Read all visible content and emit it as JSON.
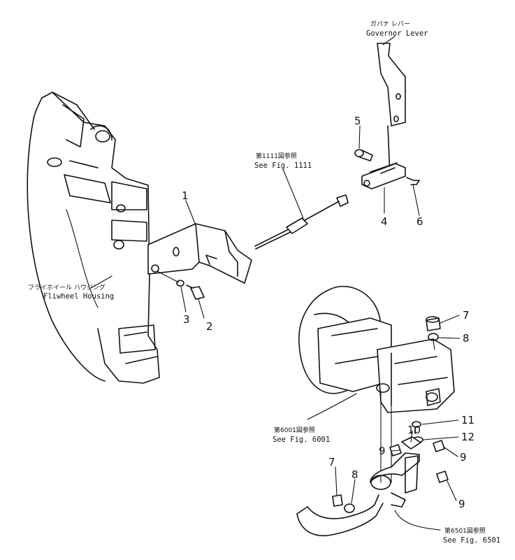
{
  "labels": {
    "governor_jp": "ガバナ レバー",
    "governor_en": "Governor Lever",
    "fig1111_jp": "第1111図参照",
    "fig1111_en": "See Fig. 1111",
    "flywheel_jp": "フライホイール ハウジング",
    "flywheel_en": "Fliwheel Housing",
    "fig6001_jp": "第6001図参照",
    "fig6001_en": "See Fig. 6001",
    "fig6501_jp": "第6501図参照",
    "fig6501_en": "See Fig. 6501"
  },
  "callouts": [
    "1",
    "2",
    "3",
    "4",
    "5",
    "6",
    "7",
    "8",
    "7",
    "8",
    "9",
    "9",
    "9",
    "10",
    "11",
    "12"
  ]
}
